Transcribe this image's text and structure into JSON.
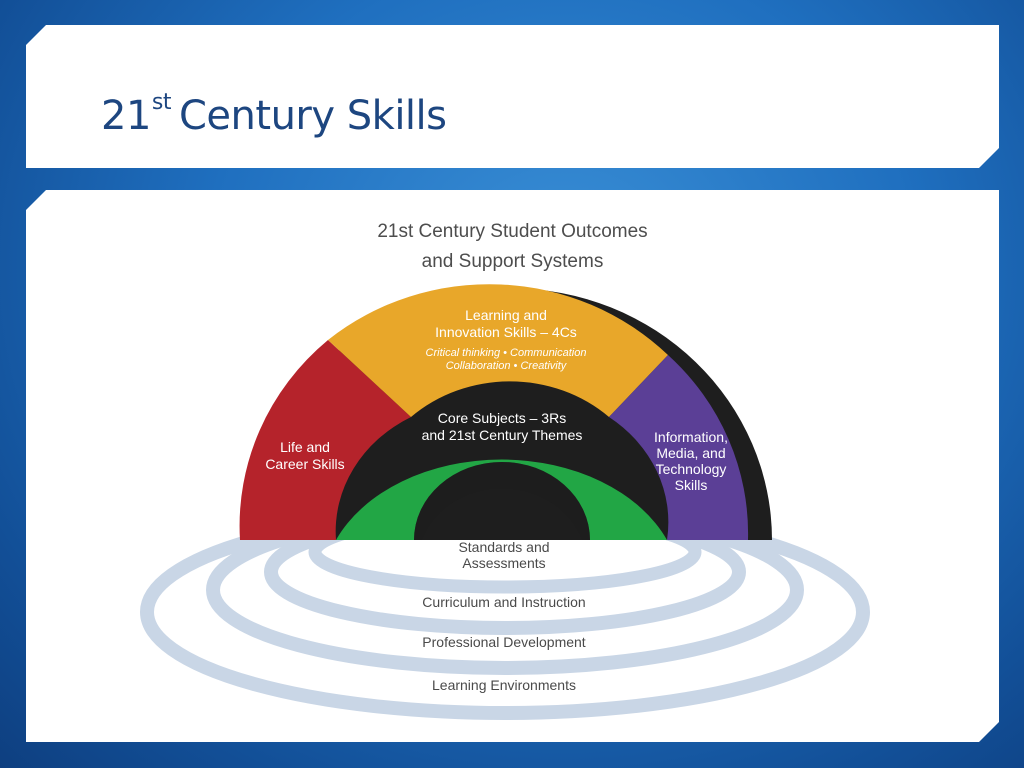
{
  "slide": {
    "title_main": "21",
    "title_sup": "st",
    "title_rest": "Century Skills"
  },
  "diagram": {
    "heading_line1": "21st Century Student Outcomes",
    "heading_line2": "and Support Systems",
    "arch": {
      "learning": {
        "line1": "Learning and",
        "line2": "Innovation Skills – 4Cs",
        "line3": "Critical thinking • Communication",
        "line4": "Collaboration • Creativity",
        "color": "#e8a72a"
      },
      "life": {
        "line1": "Life and",
        "line2": "Career Skills",
        "color": "#b5232b"
      },
      "info": {
        "line1": "Information,",
        "line2": "Media, and",
        "line3": "Technology",
        "line4": "Skills",
        "color": "#5b3f96"
      },
      "core": {
        "line1": "Core Subjects – 3Rs",
        "line2": "and 21st Century Themes",
        "color": "#22a645"
      }
    },
    "rings": {
      "standards_line1": "Standards and",
      "standards_line2": "Assessments",
      "curriculum": "Curriculum and Instruction",
      "professional": "Professional Development",
      "environments": "Learning Environments",
      "color": "#c9d6e6"
    }
  }
}
